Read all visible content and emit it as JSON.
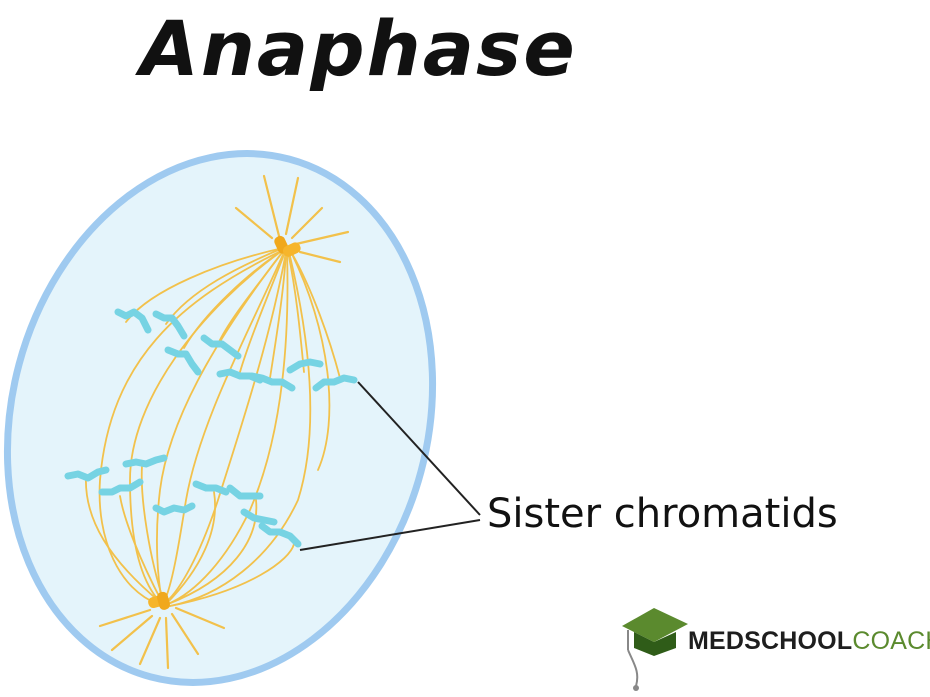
{
  "title": "Anaphase",
  "label": "Sister chromatids",
  "logo": {
    "part1": "MEDSCHOOL",
    "part2": "COACH"
  },
  "colors": {
    "cell_fill": "#e4f4fb",
    "cell_border": "#9fcaf0",
    "spindle": "#f2c14b",
    "centrosome": "#f0a81c",
    "chromatid": "#76d3e3",
    "logo_green": "#5b8a2e",
    "logo_dark": "#1e1e1e"
  }
}
